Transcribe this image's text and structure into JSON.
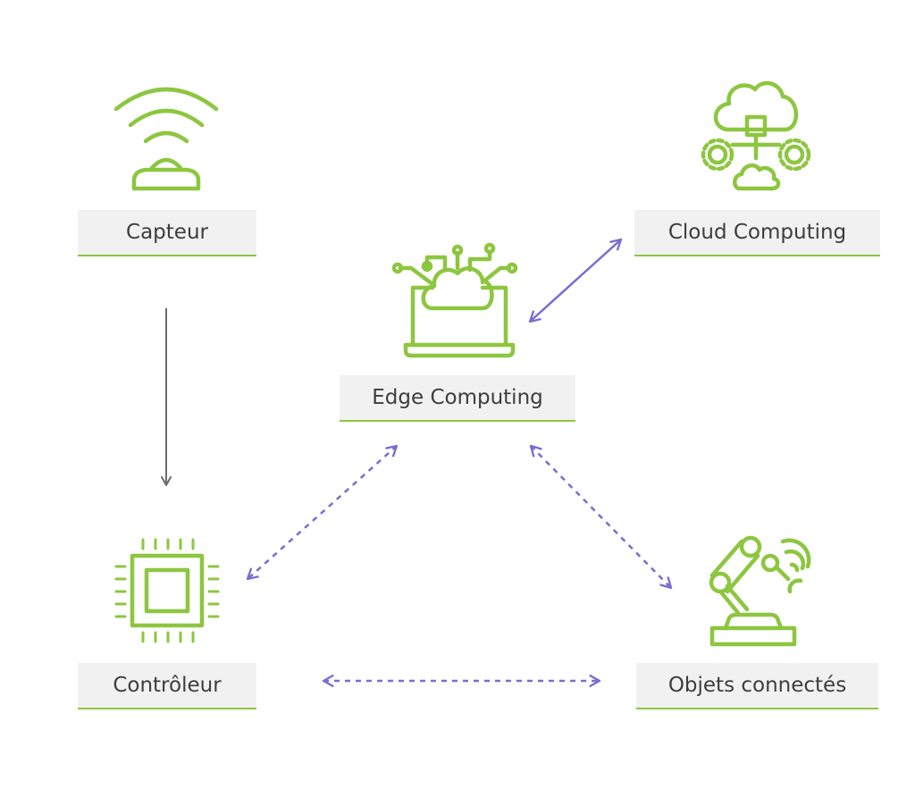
{
  "nodes": {
    "capteur": {
      "label": "Capteur",
      "icon": "wifi-sensor-icon"
    },
    "cloud": {
      "label": "Cloud Computing",
      "icon": "cloud-gears-icon"
    },
    "edge": {
      "label": "Edge Computing",
      "icon": "laptop-cloud-icon"
    },
    "controleur": {
      "label": "Contrôleur",
      "icon": "microchip-icon"
    },
    "objets": {
      "label": "Objets connectés",
      "icon": "robot-arm-icon"
    }
  },
  "edges": [
    {
      "from": "capteur",
      "to": "controleur",
      "style": "solid",
      "direction": "forward"
    },
    {
      "from": "edge",
      "to": "cloud",
      "style": "solid",
      "direction": "both"
    },
    {
      "from": "edge",
      "to": "controleur",
      "style": "dashed",
      "direction": "both"
    },
    {
      "from": "edge",
      "to": "objets",
      "style": "dashed",
      "direction": "both"
    },
    {
      "from": "controleur",
      "to": "objets",
      "style": "dashed",
      "direction": "both"
    }
  ],
  "colors": {
    "icon": "#8dc63f",
    "arrow_solid_gray": "#6b6b6b",
    "arrow_purple": "#7b6bd1",
    "label_bg": "#f1f1f1",
    "label_text": "#3d3d3d"
  }
}
